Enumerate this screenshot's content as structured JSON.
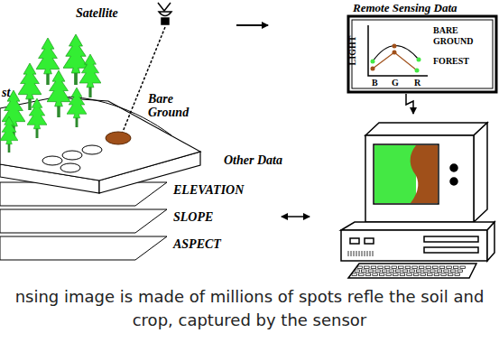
{
  "diagram": {
    "caption": "nsing image is made of millions of spots refle the soil and crop, captured by the sensor",
    "nodes": [
      {
        "text": [
          "Remote Sensing Data",
          "LIGHT",
          "B",
          "G",
          "R",
          "BARE GROUND",
          "FOREST"
        ]
      }
    ],
    "labels": [
      "Satellite",
      "st",
      "Bare Ground",
      "Other Data",
      "ELEVATION",
      "SLOPE",
      "ASPECT"
    ]
  }
}
